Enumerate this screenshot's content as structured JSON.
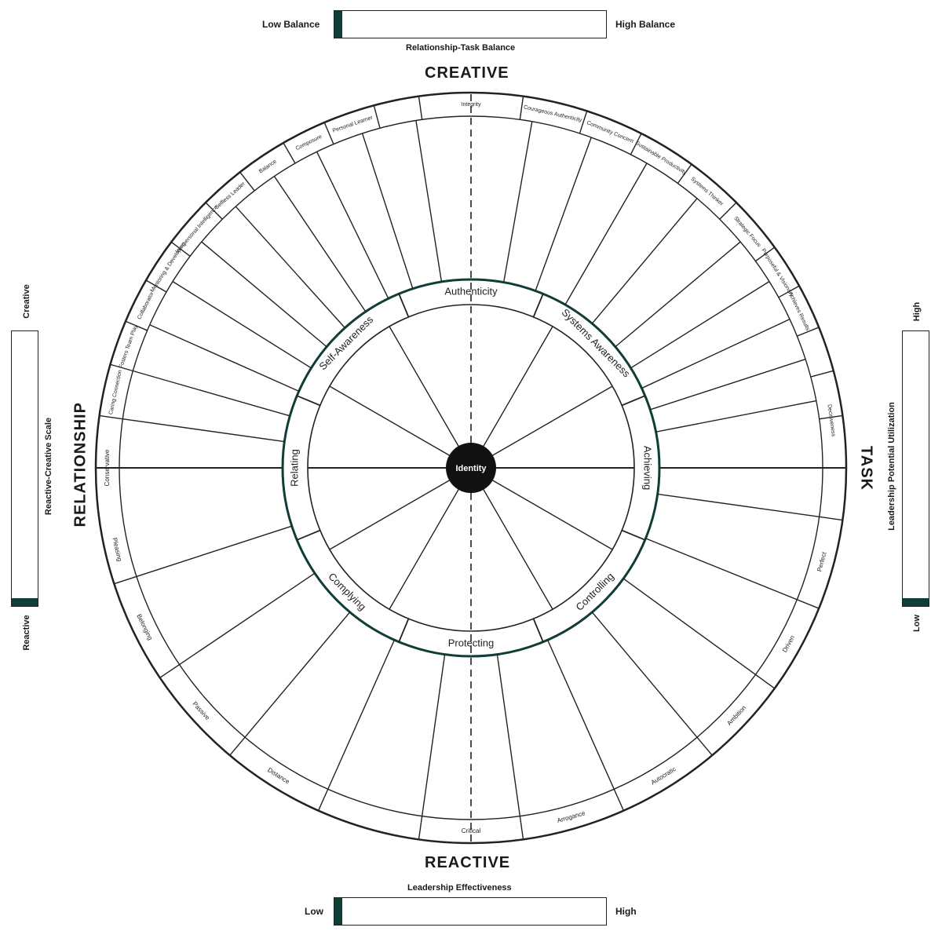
{
  "titles": {
    "top": "CREATIVE",
    "bottom": "REACTIVE",
    "left": "RELATIONSHIP",
    "right": "TASK"
  },
  "center_label": "Identity",
  "top_scale": {
    "low": "Low Balance",
    "high": "High Balance",
    "caption": "Relationship-Task Balance",
    "level": 0.03
  },
  "bottom_scale": {
    "low": "Low",
    "high": "High",
    "caption": "Leadership Effectiveness",
    "level": 0.03
  },
  "left_scale": {
    "top": "Creative",
    "bottom": "Reactive",
    "caption": "Reactive-Creative Scale",
    "level": 0.03
  },
  "right_scale": {
    "top": "High",
    "bottom": "Low",
    "caption": "Leadership Potential Utilization",
    "level": 0.03
  },
  "inner_ring": [
    "Authenticity",
    "Systems Awareness",
    "Achieving",
    "Controlling",
    "Protecting",
    "Complying",
    "Relating",
    "Self-Awareness"
  ],
  "outer_ring": {
    "creative_task": [
      "Courageous Authenticity",
      "Community Concern",
      "Sustainable Productivity",
      "Systems Thinker",
      "Strategic Focus",
      "Purposeful & Visionary",
      "Achieves Results",
      "Decisiveness"
    ],
    "reactive_task": [
      "Perfect",
      "Driven",
      "Ambition",
      "Autocratic",
      "Arrogance",
      "Critical"
    ],
    "reactive_relationship": [
      "Distance",
      "Passive",
      "Belonging",
      "Pleasing",
      "Conservative"
    ],
    "creative_relationship": [
      "Caring Connection",
      "Fosters Team Play",
      "Collaborator",
      "Mentoring & Developing",
      "Interpersonal Intelligence",
      "Selfless Leader",
      "Balance",
      "Composure",
      "Personal Learner",
      "Integrity"
    ]
  },
  "colors": {
    "accent": "#0f3d37",
    "line": "#222222"
  }
}
